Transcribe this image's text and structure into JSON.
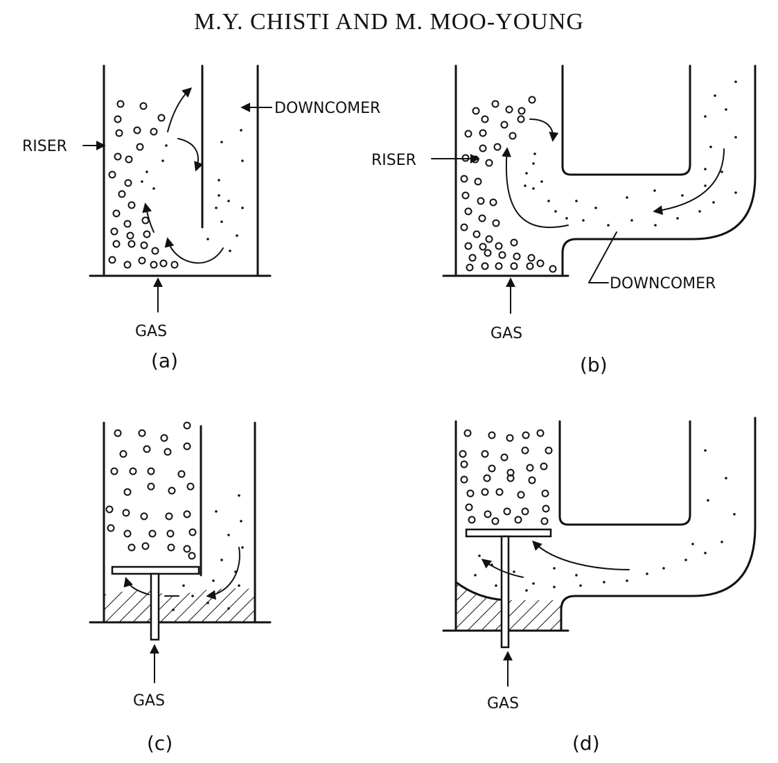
{
  "header": "M.Y. CHISTI AND M. MOO-YOUNG",
  "labels": {
    "riser": "RISER",
    "downcomer": "DOWNCOMER",
    "gas": "GAS"
  },
  "captions": {
    "a": "(a)",
    "b": "(b)",
    "c": "(c)",
    "d": "(d)"
  }
}
